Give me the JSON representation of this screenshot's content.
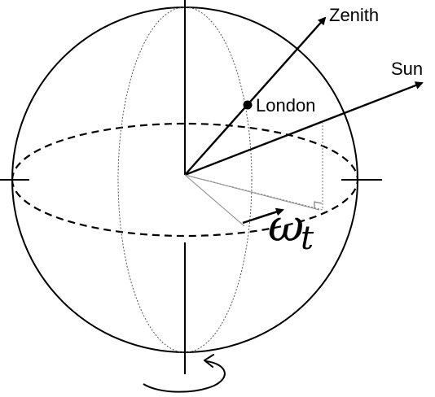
{
  "labels": {
    "zenith": "Zenith",
    "sun": "Sun",
    "london": "London",
    "omega": "ω",
    "omega_subscript": "t"
  },
  "colors": {
    "ink": "#000000",
    "hidden_line": "#666666",
    "background": "#ffffff"
  }
}
